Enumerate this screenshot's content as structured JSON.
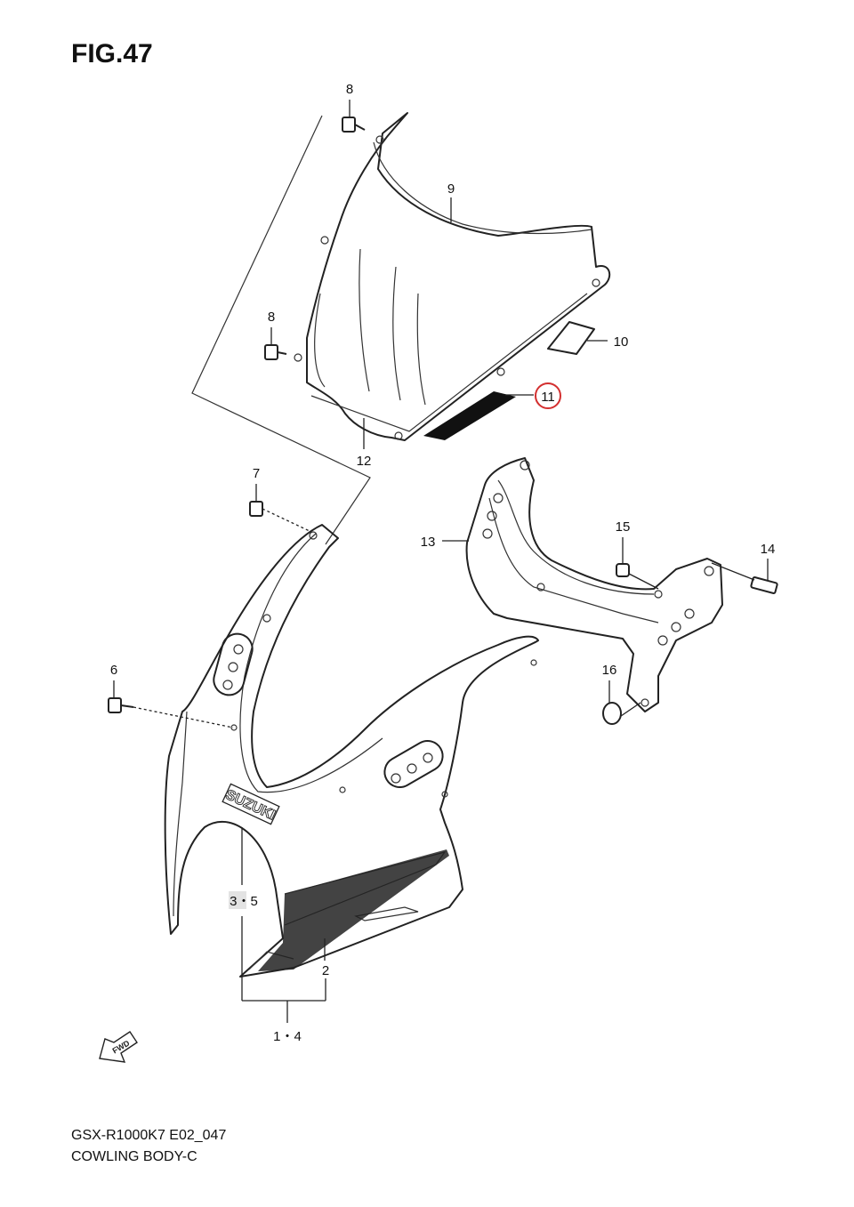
{
  "figure_title": "FIG.47",
  "caption": {
    "model_code": "GSX-R1000K7 E02_047",
    "section_name": "COWLING BODY-C"
  },
  "brand_mark": "SUZUKI",
  "fwd_label": "FWD",
  "callouts": {
    "c8a": "8",
    "c9": "9",
    "c8b": "8",
    "c10": "10",
    "c11": "11",
    "c12": "12",
    "c7": "7",
    "c13": "13",
    "c15": "15",
    "c14": "14",
    "c6": "6",
    "c16": "16",
    "c35": "3・5",
    "c2": "2",
    "c14b": "1・4"
  },
  "colors": {
    "line": "#222222",
    "highlight_circle": "#d32f2f",
    "label_shade": "#e3e3e3"
  },
  "highlighted_callout": "11"
}
